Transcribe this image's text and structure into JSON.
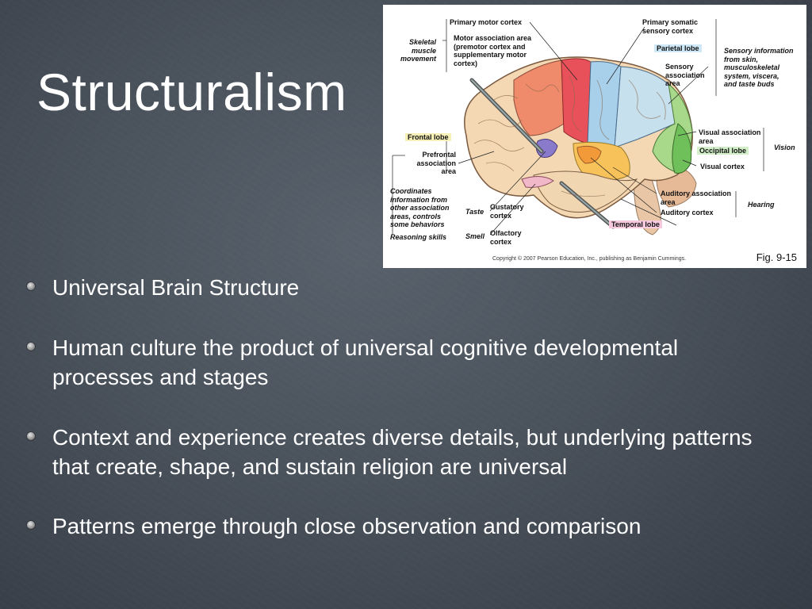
{
  "slide": {
    "title": "Structuralism",
    "bullets": [
      "Universal Brain Structure",
      "Human culture the product of universal cognitive developmental processes and stages",
      "Context and experience creates diverse details, but underlying patterns that create, shape, and sustain religion are universal",
      "Patterns emerge through close observation and comparison"
    ]
  },
  "figure": {
    "fig_number": "Fig. 9-15",
    "copyright": "Copyright © 2007 Pearson Education, Inc., publishing as Benjamin Cummings.",
    "labels": {
      "primary_motor": "Primary motor cortex",
      "motor_association": "Motor association area\n(premotor cortex and\nsupplementary motor\ncortex)",
      "skeletal": "Skeletal\nmuscle\nmovement",
      "primary_somatic": "Primary somatic\nsensory cortex",
      "parietal": "Parietal lobe",
      "sensory_info": "Sensory information\nfrom skin,\nmusculoskeletal\nsystem, viscera,\nand taste buds",
      "sensory_assoc": "Sensory\nassociation\narea",
      "frontal": "Frontal lobe",
      "prefrontal": "Prefrontal\nassociation\narea",
      "visual_assoc": "Visual association\narea",
      "occipital": "Occipital lobe",
      "vision": "Vision",
      "visual_cortex": "Visual cortex",
      "coordinates": "Coordinates\ninformation from\nother association\nareas, controls\nsome behaviors",
      "reasoning": "Reasoning skills",
      "taste": "Taste",
      "gustatory": "Gustatory\ncortex",
      "smell": "Smell",
      "olfactory": "Olfactory\ncortex",
      "auditory_assoc": "Auditory association\narea",
      "hearing": "Hearing",
      "auditory_cortex": "Auditory cortex",
      "temporal": "Temporal lobe"
    }
  }
}
